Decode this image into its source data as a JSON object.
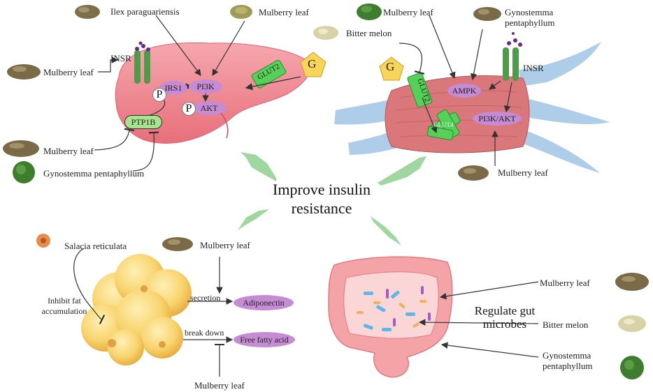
{
  "center": {
    "line1": "Improve insulin",
    "line2": "resistance"
  },
  "liver": {
    "ilex": "Ilex paraguariensis",
    "mulberry_top": "Mulberry leaf",
    "mulberry_insr": "Mulberry leaf",
    "insr": "INSR",
    "irs1": "IRS1",
    "pi3k": "PI3K",
    "akt": "AKT",
    "p": "P",
    "glut2": "GLUT2",
    "g": "G",
    "ptp1b": "PTP1B",
    "mulberry_ptp": "Mulberry leaf",
    "gyno": "Gynostemma pentaphyllum"
  },
  "muscle": {
    "mulberry_top": "Mulberry leaf",
    "gyno": "Gynostemma pentaphyllum",
    "bitter": "Bitter melon",
    "g": "G",
    "glut2": "GLUT2",
    "glut4": "GLUT4",
    "ampk": "AMPK",
    "insr": "INSR",
    "pi3kakt": "PI3K/AKT",
    "mulberry_bottom": "Mulberry leaf"
  },
  "fat": {
    "salacia": "Salacia reticulata",
    "mulberry_top": "Mulberry leaf",
    "inhibit": "Inhibit fat accumulation",
    "secretion": "secretion",
    "adiponectin": "Adiponectin",
    "breakdown": "break down",
    "ffa": "Free fatty acid",
    "mulberry_bottom": "Mulberry leaf"
  },
  "gut": {
    "mulberry": "Mulberry leaf",
    "regulate": "Regulate gut microbes",
    "bitter": "Bitter melon",
    "gyno": "Gynostemma pentaphyllum"
  },
  "colors": {
    "liver": "#f08a92",
    "muscle": "#d9777a",
    "tendon": "#aecde8",
    "pill": "#c58bd3",
    "glut": "#55d15a",
    "receptor": "#4f9b4a",
    "fat": "#f7cf6a",
    "gut": "#f4a3a6",
    "arrow": "#9bd89b"
  },
  "icons": [
    "mulberry-leaf-icon",
    "gynostemma-icon",
    "bitter-melon-icon",
    "salacia-icon",
    "ilex-icon",
    "glucose-icon"
  ]
}
